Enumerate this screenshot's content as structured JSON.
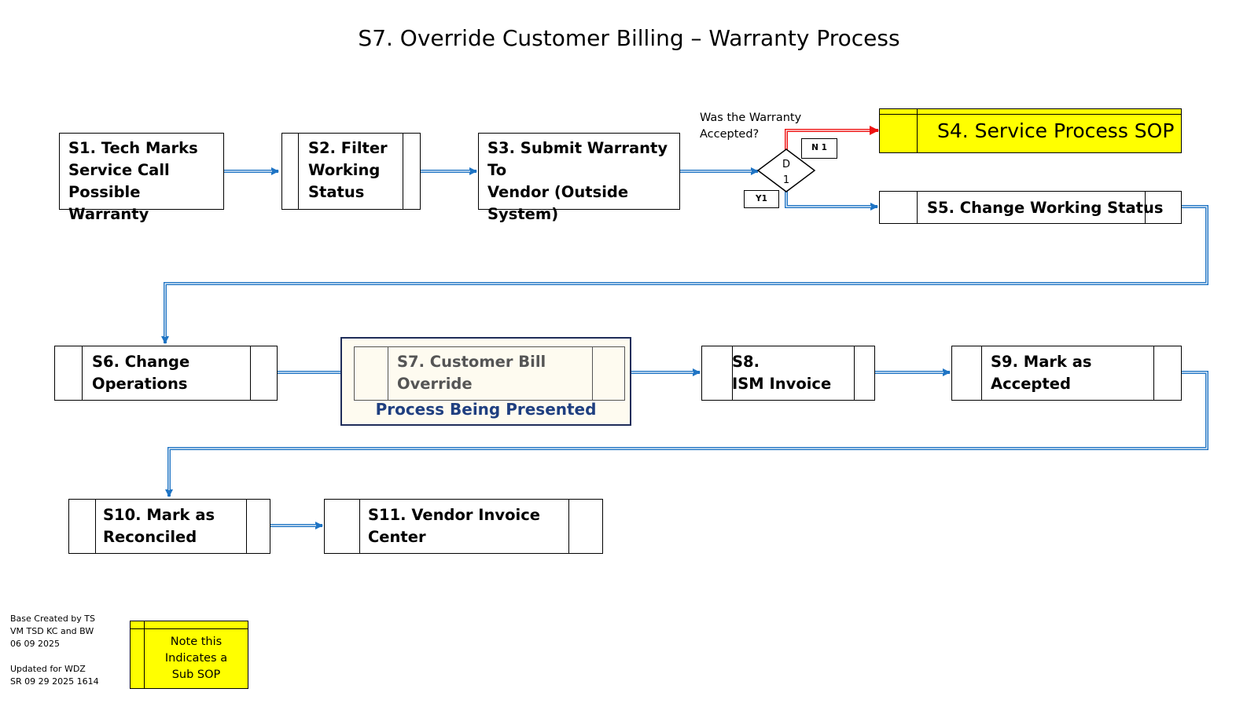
{
  "title": "S7. Override Customer Billing  – Warranty Process",
  "steps": {
    "s1": "S1. Tech Marks\nService Call\nPossible Warranty",
    "s2": "S2. Filter\nWorking\nStatus",
    "s3": "S3. Submit Warranty To\nVendor (Outside\nSystem)",
    "s4": "S4. Service Process SOP",
    "s5": "S5. Change Working Status",
    "s6": "S6. Change\nOperations",
    "s7": "S7. Customer Bill\nOverride",
    "s8": "S8.\nISM Invoice",
    "s9": "S9. Mark as\nAccepted",
    "s10": "S10. Mark as\nReconciled",
    "s11": "S11. Vendor Invoice\nCenter"
  },
  "decision": {
    "question": "Was the Warranty\nAccepted?",
    "label_top": "D",
    "label_bottom": "1",
    "no_tag": "N 1",
    "yes_tag": "Y1"
  },
  "highlight_caption": "Process Being Presented",
  "legend_note": "Note this\nIndicates a\nSub SOP",
  "footer": "Base Created by TS\nVM TSD KC and BW\n06 09 2025\n\nUpdated for WDZ\nSR 09 29 2025 1614",
  "colors": {
    "flow_blue": "#1f74c4",
    "no_red": "#ee1111",
    "sub_sop_yellow": "#ffff00",
    "highlight_fill": "#fefbf0",
    "highlight_border": "#1f2d5a",
    "caption_blue": "#1f3f80"
  }
}
